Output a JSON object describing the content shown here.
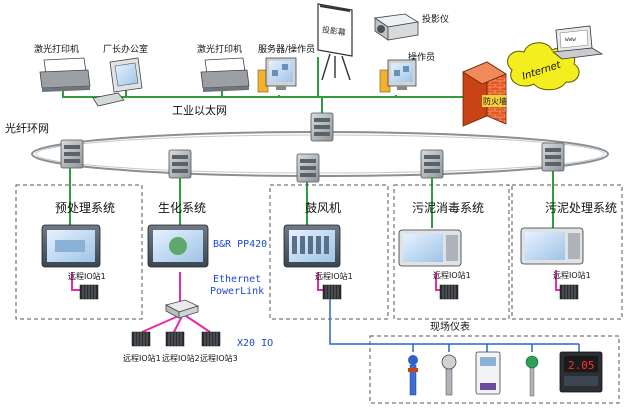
{
  "top": {
    "printer1": "激光打印机",
    "office": "厂长办公室",
    "printer2": "激光打印机",
    "server": "服务器/操作员",
    "screen_text": "投影幕",
    "projector": "投影仪",
    "operator": "操作员",
    "ethernet": "工业以太网",
    "internet": "Internet",
    "firewall": "防火墙",
    "ring": "光纤环网"
  },
  "systems": [
    {
      "title": "预处理系统",
      "station": "远程IO站1"
    },
    {
      "title": "生化系统"
    },
    {
      "title": "鼓风机",
      "station": "远程IO站1"
    },
    {
      "title": "污泥消毒系统",
      "station": "远程IO站1"
    },
    {
      "title": "污泥处理系统",
      "station": "远程IO站1"
    }
  ],
  "bio": {
    "hmi": "B&R PP420",
    "net1": "Ethernet",
    "net2": "PowerLink",
    "io": "X20 IO",
    "st1": "远程IO站1",
    "st2": "远程IO站2",
    "st3": "远程IO站3"
  },
  "field": {
    "title": "现场仪表",
    "display": "2.05"
  },
  "colors": {
    "ethernet": "#2e9e3e",
    "powerlink": "#e62aa8",
    "field": "#2f62c8",
    "firewall": "#e4561f",
    "internet_cloud": "#f5ee1e",
    "hmi_text": "#1a49d6"
  }
}
